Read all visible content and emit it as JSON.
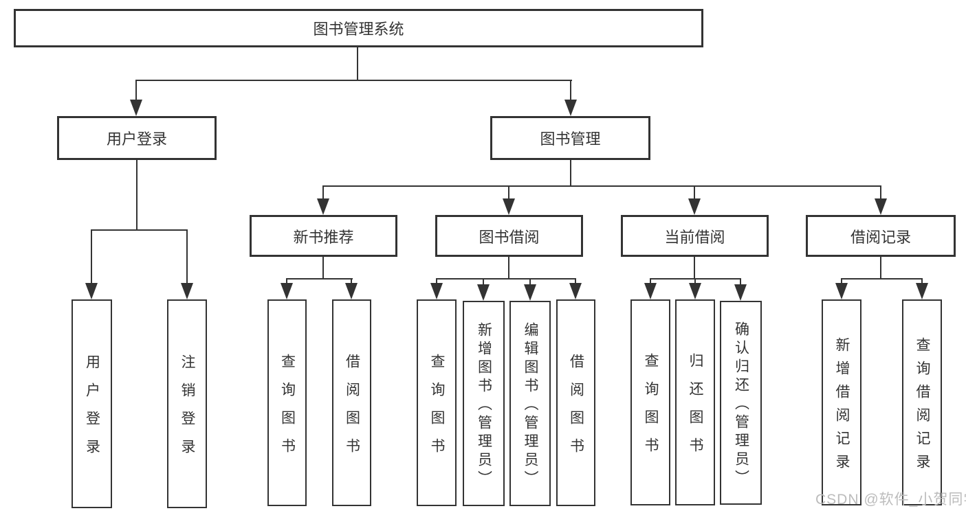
{
  "tree": {
    "root": {
      "label": "图书管理系统"
    },
    "children": [
      {
        "key": "user-login",
        "label": "用户登录",
        "children": [
          {
            "label": "用户登录"
          },
          {
            "label": "注销登录"
          }
        ]
      },
      {
        "key": "book-management",
        "label": "图书管理",
        "children": [
          {
            "key": "new-book-recommend",
            "label": "新书推荐",
            "children": [
              {
                "label": "查询图书"
              },
              {
                "label": "借阅图书"
              }
            ]
          },
          {
            "key": "book-borrow",
            "label": "图书借阅",
            "children": [
              {
                "label": "查询图书"
              },
              {
                "label": "新增图书（管理员）"
              },
              {
                "label": "编辑图书（管理员）"
              },
              {
                "label": "借阅图书"
              }
            ]
          },
          {
            "key": "current-borrow",
            "label": "当前借阅",
            "children": [
              {
                "label": "查询图书"
              },
              {
                "label": "归还图书"
              },
              {
                "label": "确认归还（管理员）"
              }
            ]
          },
          {
            "key": "borrow-record",
            "label": "借阅记录",
            "children": [
              {
                "label": "新增借阅记录"
              },
              {
                "label": "查询借阅记录"
              }
            ]
          }
        ]
      }
    ]
  },
  "watermark": {
    "text": "CSDN @软件_小贺同学"
  },
  "colors": {
    "line": "#333333",
    "text": "#333333",
    "background": "#ffffff",
    "watermark": "#bcbcbc"
  }
}
